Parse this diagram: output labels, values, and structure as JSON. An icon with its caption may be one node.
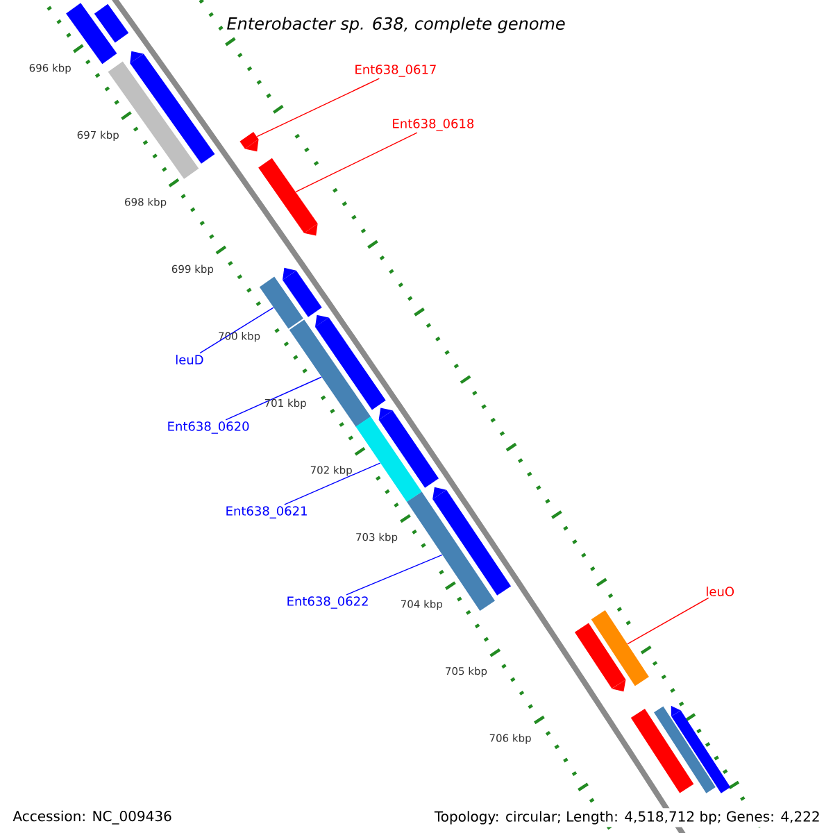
{
  "diagram": {
    "title": "Enterobacter sp. 638, complete genome",
    "nodes": [
      {
        "text": [],
        "shape": "bar"
      },
      {
        "text": [],
        "shape": "bar"
      },
      {
        "text": [],
        "shape": "bar"
      },
      {
        "text": [],
        "shape": "bar"
      },
      {
        "text": [
          "Ent638_0617"
        ]
      },
      {
        "text": [],
        "shape": "bar"
      },
      {
        "text": [
          "Ent638_0618"
        ]
      },
      {
        "text": [],
        "shape": "bar"
      },
      {
        "text": [],
        "shape": "bar"
      },
      {
        "text": [],
        "shape": "bar"
      },
      {
        "text": [
          "leuD"
        ]
      },
      {
        "text": [],
        "shape": "bar"
      },
      {
        "text": [],
        "shape": "bar"
      },
      {
        "text": [
          "Ent638_0620"
        ]
      },
      {
        "text": [],
        "shape": "bar"
      },
      {
        "text": [],
        "shape": "bar"
      },
      {
        "text": [
          "Ent638_0621"
        ]
      },
      {
        "text": [],
        "shape": "bar"
      },
      {
        "text": [],
        "shape": "bar"
      },
      {
        "text": [
          "Ent638_0622"
        ]
      },
      {
        "text": [
          "leuO"
        ]
      },
      {
        "text": [],
        "shape": "bar"
      },
      {
        "text": [],
        "shape": "bar"
      },
      {
        "text": [],
        "shape": "bar"
      },
      {
        "text": [],
        "shape": "bar"
      },
      {
        "text": [],
        "shape": "bar"
      }
    ],
    "edges": [
      {
        "from": 4,
        "to": 5,
        "arrow": "none",
        "color": "#ff0000"
      },
      {
        "from": 6,
        "to": 7,
        "arrow": "none",
        "color": "#ff0000"
      },
      {
        "from": 10,
        "to": 9,
        "arrow": "none"
      },
      {
        "from": 13,
        "to": 12,
        "arrow": "none"
      },
      {
        "from": 16,
        "to": 15,
        "arrow": "none"
      },
      {
        "from": 19,
        "to": 18,
        "arrow": "none"
      },
      {
        "from": 20,
        "to": 22,
        "arrow": "none",
        "color": "#ff0000"
      }
    ],
    "labels": [
      "696 kbp",
      "697 kbp",
      "698 kbp",
      "699 kbp",
      "700 kbp",
      "701 kbp",
      "702 kbp",
      "703 kbp",
      "704 kbp",
      "705 kbp",
      "706 kbp",
      "Accession: NC_009436",
      "Topology: circular; Length: 4,518,712 bp; Genes: 4,222"
    ]
  }
}
